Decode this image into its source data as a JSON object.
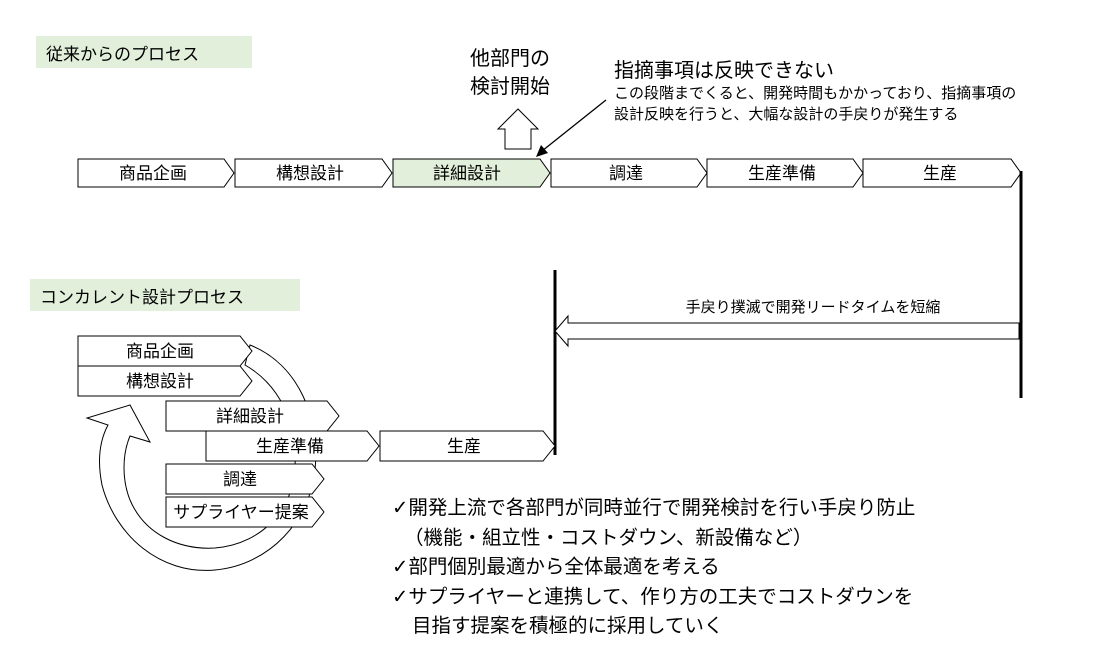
{
  "traditional": {
    "title": "従来からのプロセス",
    "steps": [
      "商品企画",
      "構想設計",
      "詳細設計",
      "調達",
      "生産準備",
      "生産"
    ],
    "other_dept_start": "他部門の\n検討開始",
    "other_dept_line1": "他部門の",
    "other_dept_line2": "検討開始",
    "feedback_title": "指摘事項は反映できない",
    "feedback_line1": "この段階までくると、開発時間もかかっており、指摘事項の",
    "feedback_line2": "設計反映を行うと、大幅な設計の手戻りが発生する"
  },
  "concurrent": {
    "title": "コンカレント設計プロセス",
    "steps": [
      "商品企画",
      "構想設計",
      "詳細設計",
      "生産準備",
      "生産",
      "調達",
      "サプライヤー提案"
    ],
    "reduction_label": "手戻り撲滅で開発リードタイムを短縮"
  },
  "benefits": {
    "line1": "✓開発上流で各部門が同時並行で開発検討を行い手戻り防止",
    "line2": "（機能・組立性・コストダウン、新設備など）",
    "line3": "✓部門個別最適から全体最適を考える",
    "line4": "✓サプライヤーと連携して、作り方の工夫でコストダウンを",
    "line5": "目指す提案を積極的に採用していく"
  },
  "colors": {
    "highlight": "#e2efda",
    "stroke": "#000000"
  }
}
